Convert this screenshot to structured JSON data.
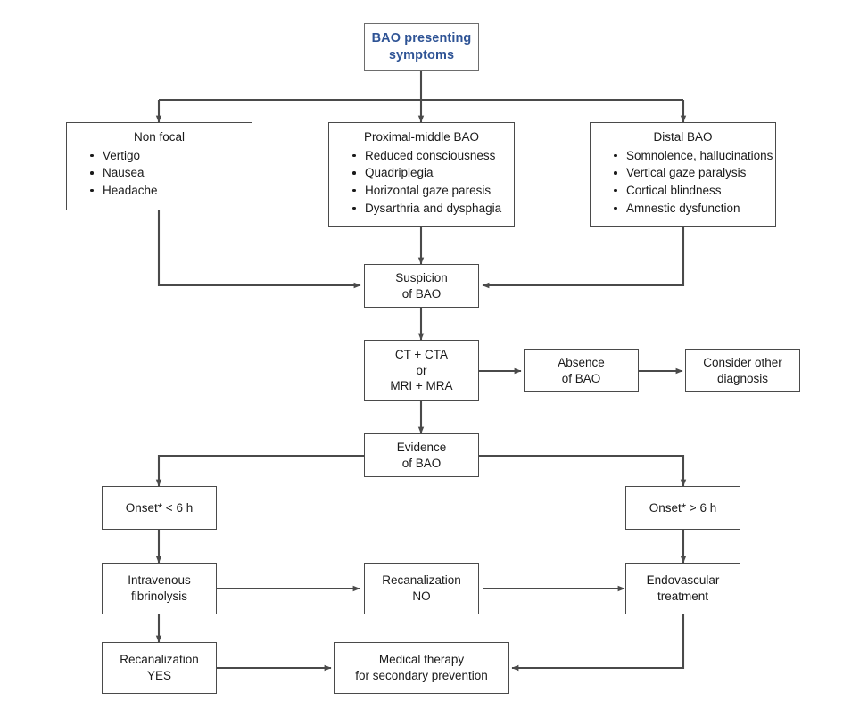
{
  "diagram": {
    "title": "BAO presenting symptoms",
    "accent_color": "#2e5395",
    "box_border_color": "#4a4a4a",
    "connector_color": "#4a4a4a",
    "nodes": {
      "root": {
        "text": "BAO presenting symptoms"
      },
      "non_focal": {
        "title": "Non focal",
        "items": [
          "Vertigo",
          "Nausea",
          "Headache"
        ]
      },
      "proximal_middle": {
        "title": "Proximal-middle BAO",
        "items": [
          "Reduced consciousness",
          "Quadriplegia",
          "Horizontal gaze paresis",
          "Dysarthria and dysphagia"
        ]
      },
      "distal": {
        "title": "Distal BAO",
        "items": [
          "Somnolence, hallucinations",
          "Vertical gaze paralysis",
          "Cortical blindness",
          "Amnestic dysfunction"
        ]
      },
      "suspicion": {
        "line1": "Suspicion",
        "line2": "of BAO"
      },
      "imaging": {
        "line1": "CT + CTA",
        "line2": "or",
        "line3": "MRI + MRA"
      },
      "absence": {
        "line1": "Absence",
        "line2": "of BAO"
      },
      "consider_other": {
        "line1": "Consider other",
        "line2": "diagnosis"
      },
      "evidence": {
        "line1": "Evidence",
        "line2": "of BAO"
      },
      "onset_lt": {
        "line1": "Onset* < 6 h"
      },
      "onset_gt": {
        "line1": "Onset* > 6 h"
      },
      "iv_fibrinolysis": {
        "line1": "Intravenous",
        "line2": "fibrinolysis"
      },
      "recan_no": {
        "line1": "Recanalization",
        "line2": "NO"
      },
      "endovascular": {
        "line1": "Endovascular",
        "line2": "treatment"
      },
      "recan_yes": {
        "line1": "Recanalization",
        "line2": "YES"
      },
      "medical_therapy": {
        "line1": "Medical therapy",
        "line2": "for secondary prevention"
      }
    }
  }
}
